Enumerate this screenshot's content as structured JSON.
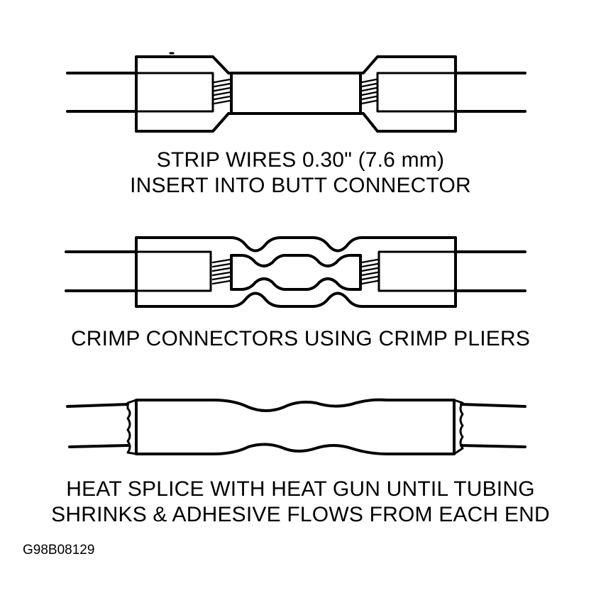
{
  "steps": [
    {
      "caption_lines": [
        "STRIP WIRES 0.30\" (7.6 mm)",
        "INSERT INTO BUTT CONNECTOR"
      ]
    },
    {
      "caption_lines": [
        "CRIMP CONNECTORS USING CRIMP PLIERS"
      ]
    },
    {
      "caption_lines": [
        "HEAT SPLICE WITH HEAT GUN UNTIL TUBING",
        "SHRINKS & ADHESIVE FLOWS FROM EACH END"
      ]
    }
  ],
  "figure_id": "G98B08129"
}
